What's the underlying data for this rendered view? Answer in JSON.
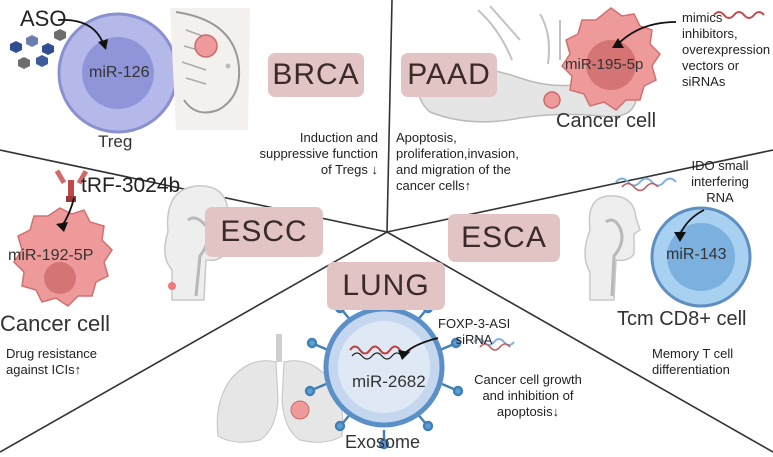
{
  "colors": {
    "badge_bg": "#e2c4c4",
    "treg_cell": "#aab0e6",
    "cancer_cell": "#ec8f8f",
    "tcm_cell": "#9cc8ea",
    "exosome": "#b9cdec",
    "divider": "#333333"
  },
  "sections": {
    "brca": {
      "label": "BRCA",
      "agent": "ASO",
      "mirna": "miR-126",
      "cell": "Treg",
      "effect": [
        "Induction and",
        "suppressive function",
        "of Tregs ↓"
      ],
      "icons": [
        "aso-molecule-icon",
        "breast-icon",
        "tumor-icon"
      ]
    },
    "paad": {
      "label": "PAAD",
      "agent": [
        "mimics",
        "inhibitors,",
        "overexpression",
        "vectors or",
        "siRNAs"
      ],
      "mirna": "miR-195-5p",
      "cell": "Cancer cell",
      "effect": [
        "Apoptosis,",
        "proliferation,invasion,",
        "and migration of the",
        "cancer cells↑"
      ],
      "icons": [
        "pancreas-icon",
        "rna-strand-icon"
      ]
    },
    "escc": {
      "label": "ESCC",
      "agent": "tRF-3024b",
      "mirna": "miR-192-5P",
      "cell": "Cancer cell",
      "effect": [
        "Drug resistance",
        "against ICIs↑"
      ],
      "icons": [
        "trna-fragment-icon",
        "head-esophagus-icon"
      ]
    },
    "esca": {
      "label": "ESCA",
      "agent": [
        "IDO small",
        "interfering",
        "RNA"
      ],
      "mirna": "miR-143",
      "cell": "Tcm CD8+ cell",
      "effect": [
        "Memory T cell",
        "differentiation"
      ],
      "icons": [
        "rna-strand-icon",
        "head-esophagus-icon"
      ]
    },
    "lung": {
      "label": "LUNG",
      "agent": [
        "FOXP-3-ASI",
        "siRNA"
      ],
      "mirna": "miR-2682",
      "cell": "Exosome",
      "effect": [
        "Cancer cell growth",
        "and inhibition of",
        "apoptosis↓"
      ],
      "icons": [
        "lungs-icon",
        "rna-strand-icon"
      ]
    }
  }
}
